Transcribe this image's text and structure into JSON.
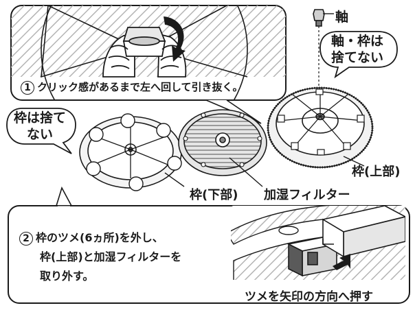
{
  "step1": {
    "number": "1",
    "text": "クリック感があるまで左へ回して引き抜く。"
  },
  "labels": {
    "shaft": "軸",
    "shaft_frame_keep": "軸・枠は捨てない",
    "frame_keep": "枠は捨てない",
    "frame_upper": "枠(上部)",
    "frame_lower": "枠(下部)",
    "filter": "加湿フィルター",
    "tab_instruction": "ツメを矢印の方向へ押す"
  },
  "step2": {
    "number": "2",
    "line1": "枠のツメ(6ヵ所)を外し、",
    "line2": "枠(上部)と加湿フィルターを",
    "line3": "取り外す。"
  },
  "colors": {
    "line": "#1a1a1a",
    "hatch": "#9a9a9a",
    "gray_dark": "#5a5a5a",
    "gray_light": "#d6d6d6"
  }
}
